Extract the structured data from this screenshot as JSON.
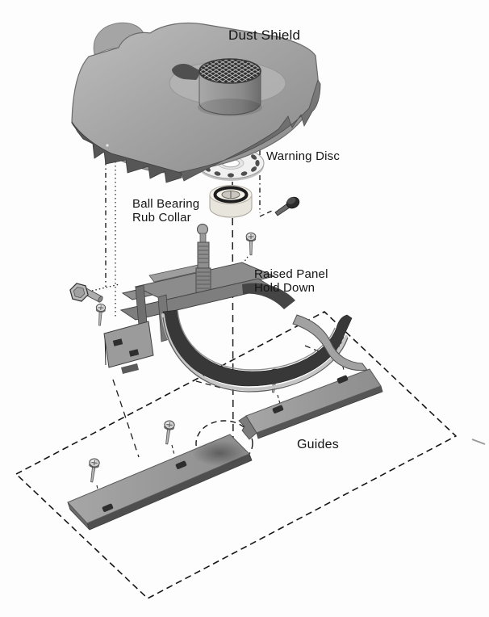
{
  "diagram": {
    "type": "exploded-assembly-diagram",
    "labels": {
      "dust_shield": "Dust Shield",
      "warning_disc": "Warning Disc",
      "ball_bearing_rub_collar": [
        "Ball Bearing",
        "Rub Collar"
      ],
      "raised_panel_hold_down": [
        "Raised Panel",
        "Hold Down"
      ],
      "guides": "Guides"
    },
    "parts": [
      "Dust Shield",
      "Warning Disc",
      "Ball Bearing Rub Collar",
      "Raised Panel Hold Down",
      "Guides"
    ],
    "colors": {
      "background": "#fdfdfd",
      "ink": "#1c1c1c",
      "label_ink": "#141414",
      "metal_light": "#b8b8b8",
      "metal_mid": "#8f8f8f",
      "metal_dark": "#555555",
      "band_dark": "#383838",
      "bearing_cream": "#efede4",
      "disc_white": "#f1f1f1",
      "honeycomb_dark": "#2d2d2d"
    }
  }
}
